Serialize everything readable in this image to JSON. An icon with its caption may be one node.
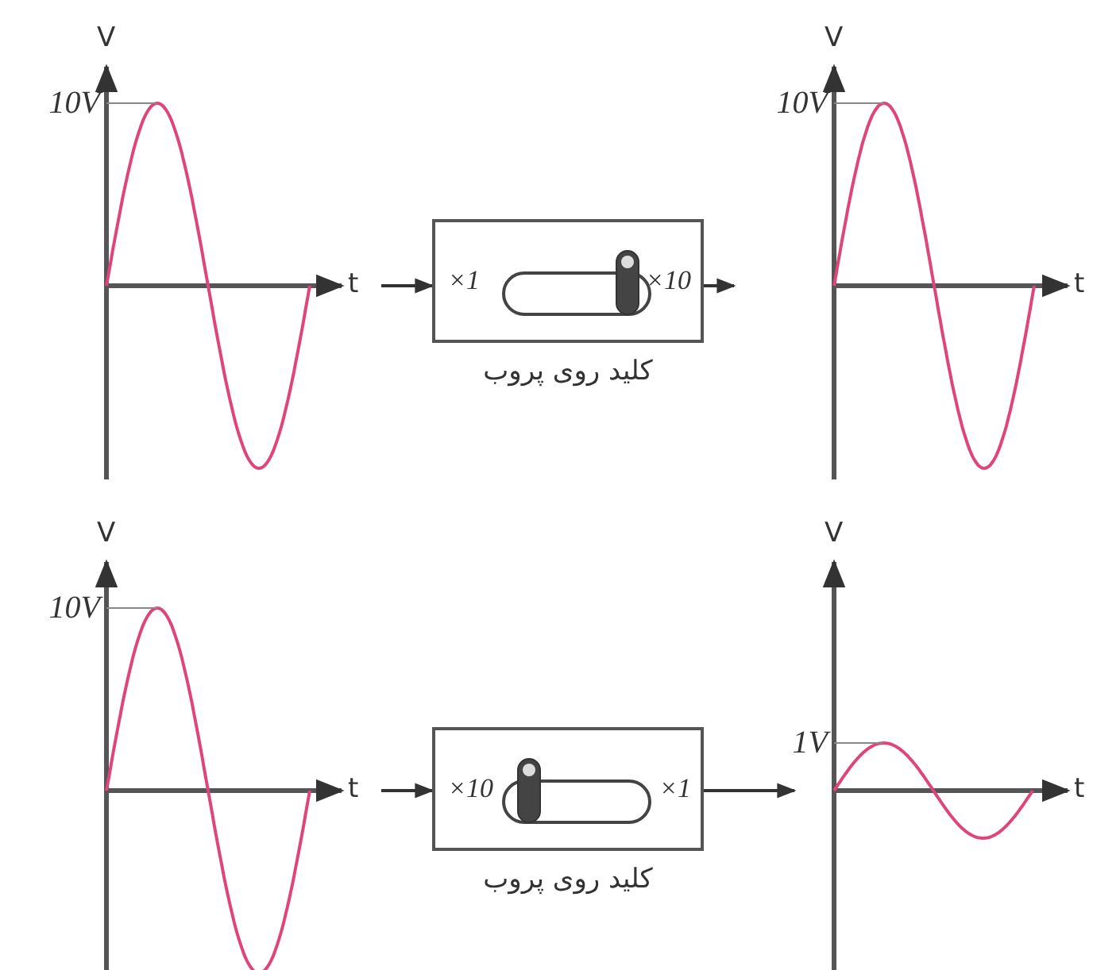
{
  "diagram": {
    "nodes": [
      {
        "text": [
          "V",
          "10V",
          "t"
        ]
      },
      {
        "text": [
          "×1",
          "×10"
        ],
        "beside": [
          "کلید روی پروب"
        ]
      },
      {
        "text": [
          "V",
          "10V",
          "t"
        ]
      },
      {
        "text": [
          "V",
          "10V",
          "t"
        ]
      },
      {
        "text": [
          "×10",
          "×1"
        ],
        "beside": [
          "کلید روی پروب"
        ]
      },
      {
        "text": [
          "V",
          "1V",
          "t"
        ]
      }
    ],
    "edges": [
      {
        "from": 0,
        "to": 1,
        "arrow": "to"
      },
      {
        "from": 1,
        "to": 2,
        "arrow": "to"
      },
      {
        "from": 3,
        "to": 4,
        "arrow": "to"
      },
      {
        "from": 4,
        "to": 5,
        "arrow": "to"
      }
    ]
  }
}
